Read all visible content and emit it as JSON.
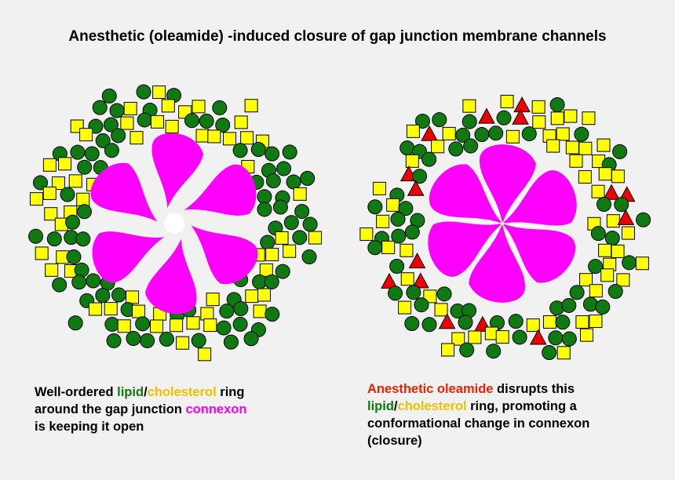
{
  "title": "Anesthetic (oleamide) -induced closure of gap junction membrane channels",
  "colors": {
    "background": "#f1f1f1",
    "lipid": "#0f7a12",
    "cholesterol": "#ffff00",
    "connexon": "#ff00ff",
    "oleamide": "#ee0000",
    "text": "#000000"
  },
  "panels": {
    "left": {
      "state": "open",
      "caption": {
        "line1": {
          "a": "Well-ordered ",
          "lipid": "lipid",
          "slash": "/",
          "chol": "cholesterol",
          "b": " ring"
        },
        "line2": {
          "a": "around the gap junction ",
          "connexon": "connexon"
        },
        "line3": "is keeping it open"
      }
    },
    "right": {
      "state": "closed",
      "caption": {
        "line1": {
          "anesthetic": "Anesthetic oleamide",
          "b": " disrupts this"
        },
        "line2": {
          "lipid": "lipid",
          "slash": "/",
          "chol": "cholesterol",
          "b": " ring, promoting a"
        },
        "line3": "conformational change in connexon",
        "line4": "(closure)"
      }
    }
  }
}
